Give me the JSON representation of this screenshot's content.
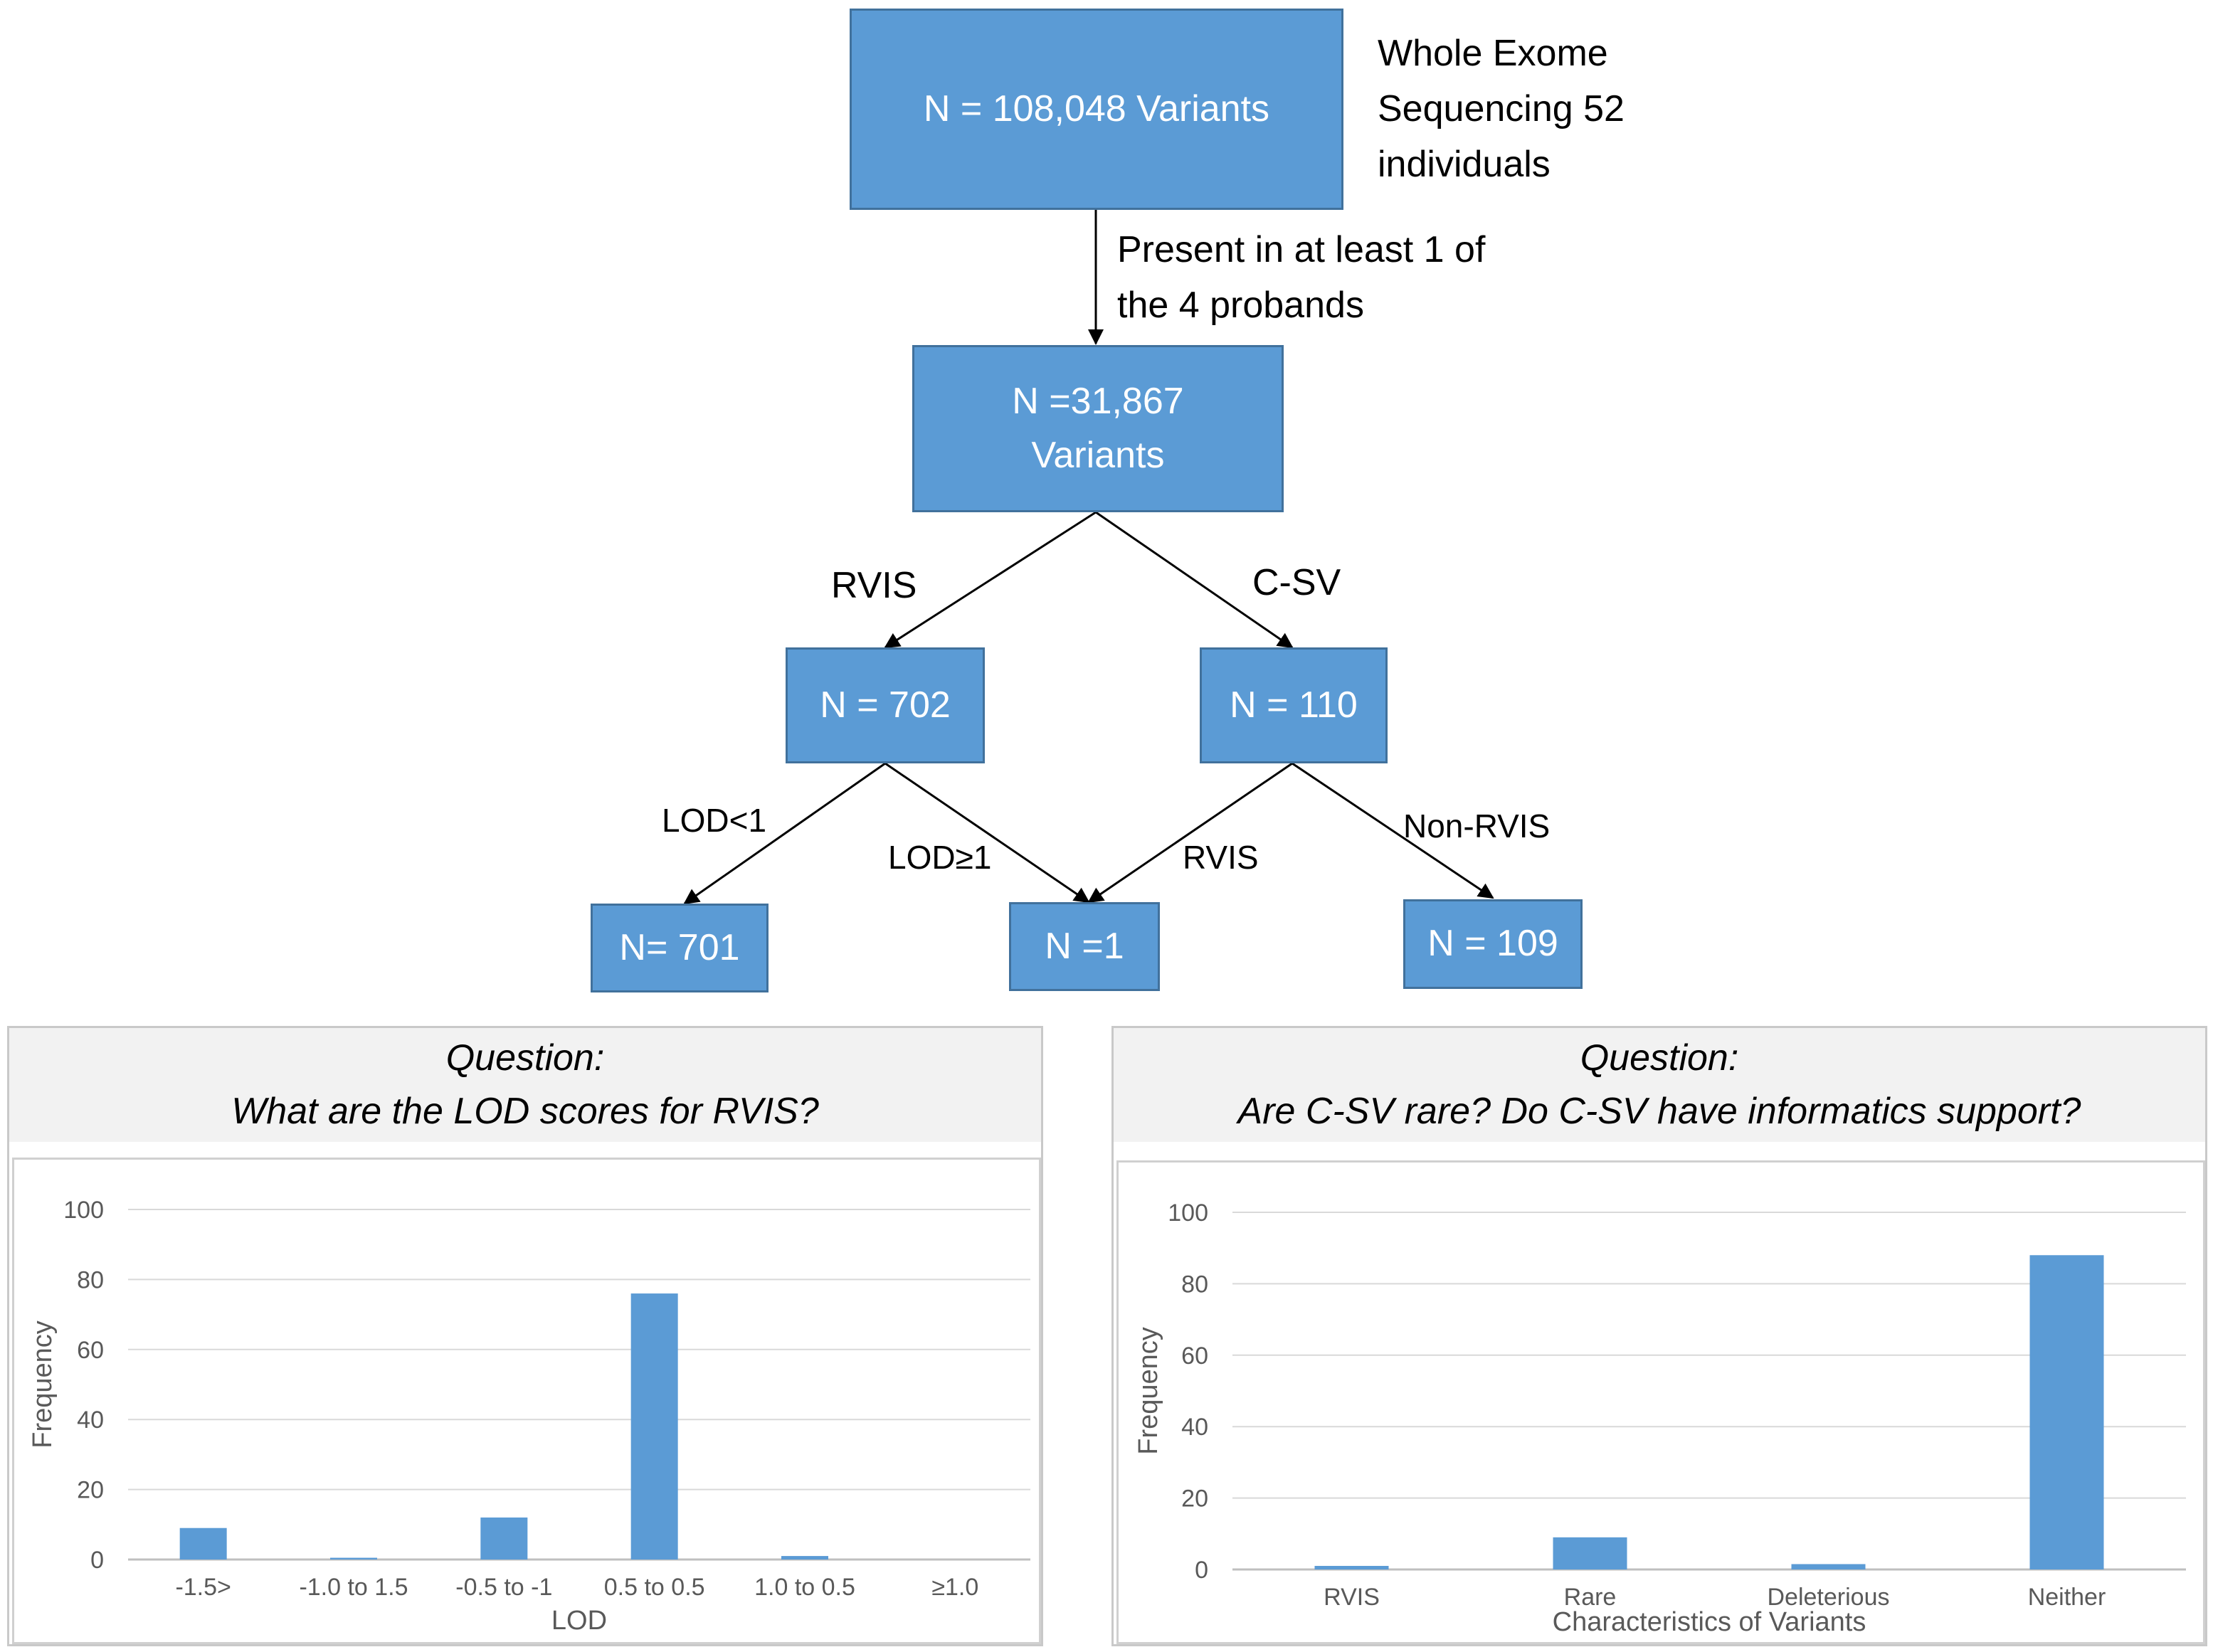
{
  "flowchart": {
    "nodes": {
      "root": "N = 108,048 Variants",
      "filtered_line1": "N =31,867",
      "filtered_line2": "Variants",
      "rvis": "N = 702",
      "csv": "N = 110",
      "lod_low": "N= 701",
      "overlap": "N =1",
      "non_rvis": "N = 109"
    },
    "root_note": [
      "Whole Exome",
      "Sequencing 52",
      "individuals"
    ],
    "edges": {
      "probands_line1": "Present in at least 1 of",
      "probands_line2": "the 4 probands",
      "rvis": "RVIS",
      "csv": "C-SV",
      "lod_lt1": "LOD<1",
      "lod_ge1": "LOD≥1",
      "rvis_sub": "RVIS",
      "non_rvis": "Non-RVIS"
    }
  },
  "panels": {
    "left": {
      "line1": "Question:",
      "line2": "What are the LOD scores for RVIS?"
    },
    "right": {
      "line1": "Question:",
      "line2": "Are C-SV rare? Do C-SV have informatics support?"
    }
  },
  "colors": {
    "box_fill": "#5b9bd5",
    "box_border": "#41719c",
    "bar": "#5b9bd5",
    "grid": "#d9d9d9"
  },
  "chart_data": [
    {
      "type": "bar",
      "categories": [
        "-1.5>",
        "-1.0 to 1.5",
        "-0.5 to -1",
        "0.5 to 0.5",
        "1.0 to 0.5",
        "≥1.0"
      ],
      "values": [
        9,
        0.5,
        12,
        76,
        1,
        0
      ],
      "title": "",
      "xlabel": "LOD",
      "ylabel": "Frequency",
      "ylim": [
        0,
        100
      ],
      "yticks": [
        0,
        20,
        40,
        60,
        80,
        100
      ],
      "grid": true
    },
    {
      "type": "bar",
      "categories": [
        "RVIS",
        "Rare",
        "Deleterious",
        "Neither"
      ],
      "values": [
        1,
        9,
        1.5,
        88
      ],
      "title": "",
      "xlabel": "Characteristics of Variants",
      "ylabel": "Frequency",
      "ylim": [
        0,
        100
      ],
      "yticks": [
        0,
        20,
        40,
        60,
        80,
        100
      ],
      "grid": true
    }
  ]
}
